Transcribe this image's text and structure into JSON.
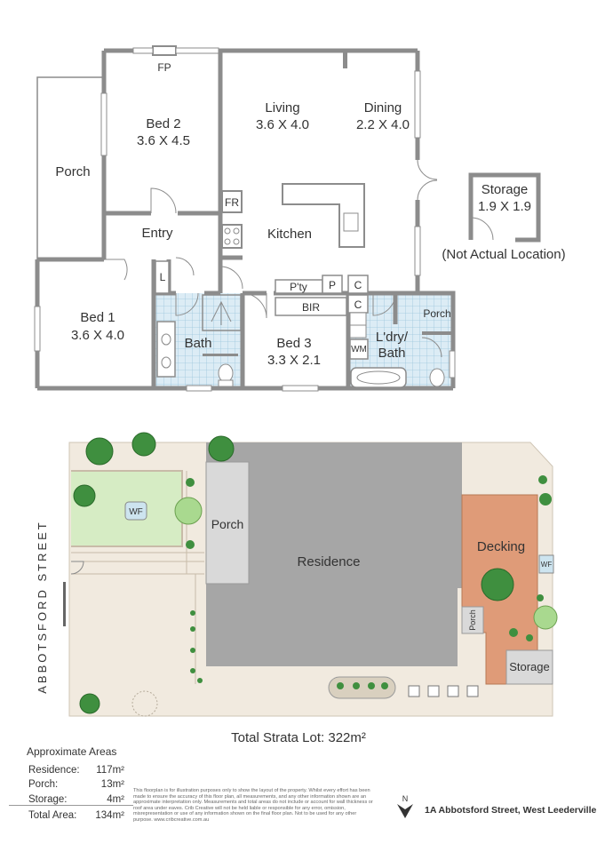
{
  "floor_plan": {
    "rooms": {
      "porch": {
        "name": "Porch"
      },
      "bed2": {
        "name": "Bed 2",
        "size": "3.6 X 4.5"
      },
      "fp": "FP",
      "living": {
        "name": "Living",
        "size": "3.6 X 4.0"
      },
      "dining": {
        "name": "Dining",
        "size": "2.2 X 4.0"
      },
      "fr": "FR",
      "entry": "Entry",
      "kitchen": "Kitchen",
      "l": "L",
      "bed1": {
        "name": "Bed 1",
        "size": "3.6 X 4.0"
      },
      "bath": "Bath",
      "pty": "P'ty",
      "p": "P",
      "c1": "C",
      "c2": "C",
      "bir": "BIR",
      "bed3": {
        "name": "Bed 3",
        "size": "3.3 X 2.1"
      },
      "ldry": "L'dry/",
      "ldry2": "Bath",
      "wm": "WM",
      "porch2": "Porch",
      "storage": {
        "name": "Storage",
        "size": "1.9 X 1.9"
      },
      "note": "(Not Actual Location)"
    },
    "colors": {
      "wall": "#8c8c8c",
      "tile": "#dcecf5",
      "tile_line": "#9cc6dc"
    }
  },
  "site_plan": {
    "street": "ABBOTSFORD STREET",
    "labels": {
      "wf1": "WF",
      "porch": "Porch",
      "residence": "Residence",
      "decking": "Decking",
      "wf2": "WF",
      "porch_small": "Porch",
      "storage": "Storage"
    },
    "colors": {
      "ground": "#f1eadf",
      "lawn": "#d6ecc4",
      "residence": "#a6a6a6",
      "porch": "#d9d9d9",
      "decking": "#df9b78",
      "tree": "#3f8f3f",
      "tree_light": "#a9d98f"
    },
    "total": "Total Strata Lot: 322m²"
  },
  "areas": {
    "heading": "Approximate Areas",
    "rows": [
      {
        "label": "Residence:",
        "value": "117m²"
      },
      {
        "label": "Porch:",
        "value": "13m²"
      },
      {
        "label": "Storage:",
        "value": "4m²"
      }
    ],
    "total": {
      "label": "Total Area:",
      "value": "134m²"
    }
  },
  "disclaimer": "This floorplan is for illustration purposes only to show the layout of the property. Whilst every effort has been made to ensure the accuracy of this floor plan, all measurements, and any other information shown are an approximate interpretation only. Measurements and total areas do not include or account for wall thickness or roof area under eaves. Crib Creative will not be held liable or responsible for any error, omission, misrepresentation or use of any information shown on the final floor plan. Not to be used for any other purpose. www.cribcreative.com.au",
  "compass": "N",
  "address": "1A Abbotsford Street, West Leederville"
}
